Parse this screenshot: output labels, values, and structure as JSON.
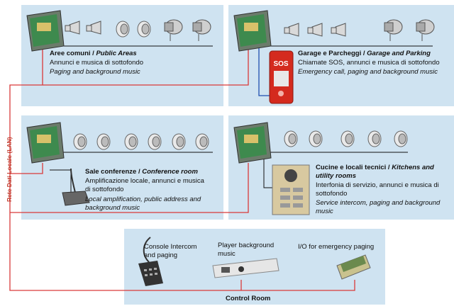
{
  "lan_label": "Rete Dati Locale (LAN)",
  "areas": [
    {
      "title_it": "Aree comuni /",
      "title_en": "Public Areas",
      "desc_it": "Annunci e musica di sottofondo",
      "desc_en": "Paging and background music"
    },
    {
      "title_it": "Garage e Parcheggi /",
      "title_en": "Garage and Parking",
      "desc_it": "Chiamate SOS, annunci e musica di sottofondo",
      "desc_en": "Emergency call, paging and background music"
    },
    {
      "title_it": "Sale conferenze /",
      "title_en": "Conference room",
      "desc_it_1": "Amplificazione locale, annunci e musica",
      "desc_it_2": "di sottofondo",
      "desc_en_1": "Local amplification, public address and",
      "desc_en_2": "background music"
    },
    {
      "title_it": "Cucine e locali tecnici /",
      "title_en": "Kitchens and",
      "title_en_2": "utility rooms",
      "desc_it_1": "Interfonia di servizio, annunci e musica di",
      "desc_it_2": "sottofondo",
      "desc_en_1": "Service intercom, paging and background",
      "desc_en_2": "music"
    }
  ],
  "sos_label": "SOS",
  "control_room": {
    "title": "Control Room",
    "console_1": "Console Intercom",
    "console_2": "and paging",
    "player_1": "Player background",
    "player_2": "music",
    "io": "I/O for emergency paging"
  },
  "colors": {
    "panel": "#cfe3f1",
    "lan": "#d93a3a",
    "speaker_line": "#111111",
    "sos_red": "#d42a1e"
  }
}
